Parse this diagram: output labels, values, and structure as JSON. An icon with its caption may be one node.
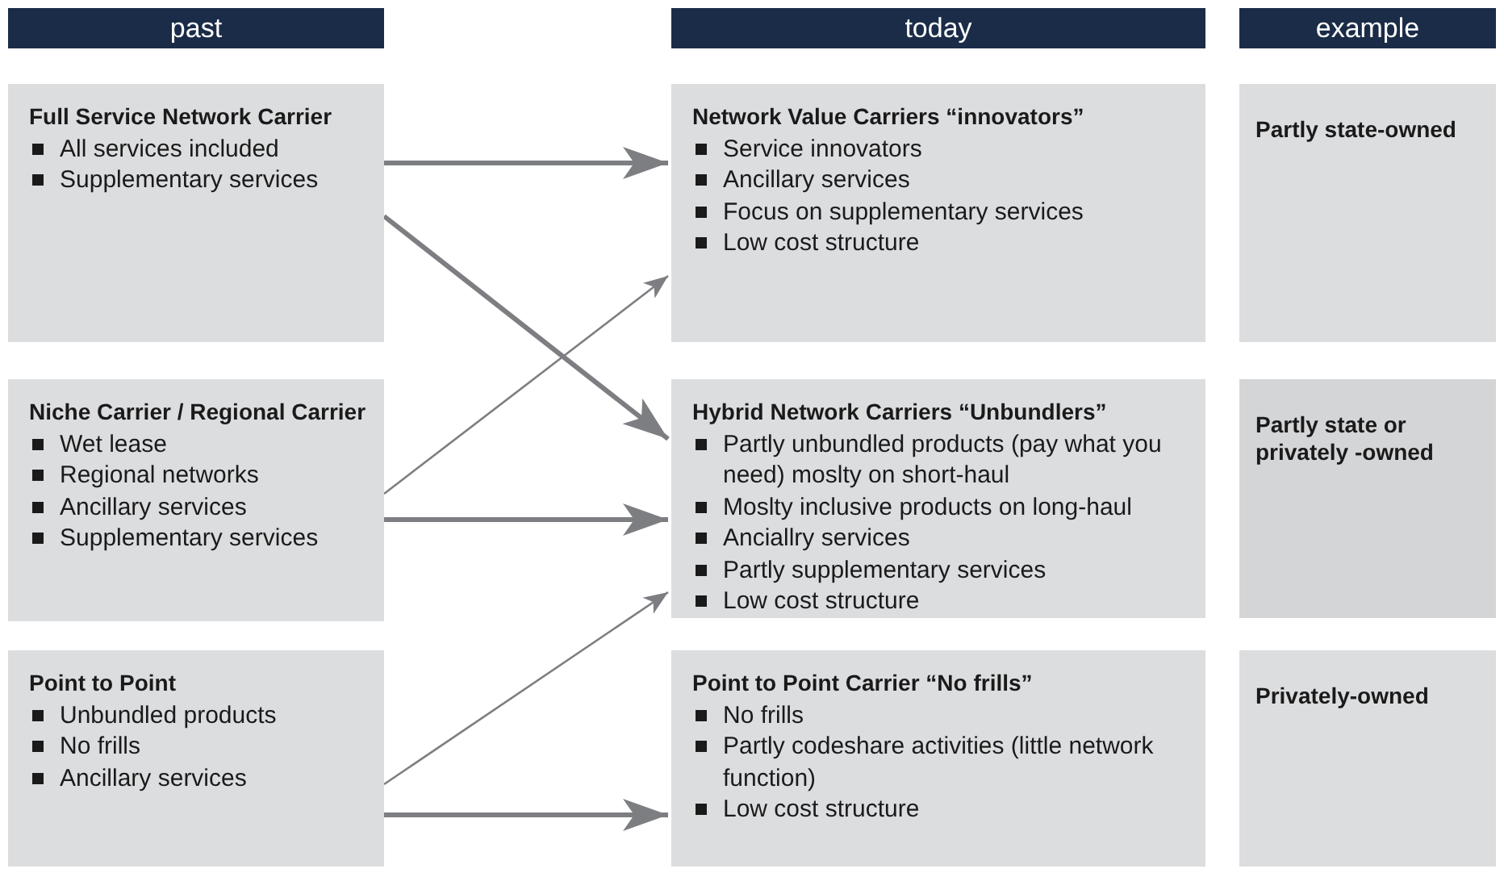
{
  "diagram": {
    "nodes": [
      {
        "text": [
          "past"
        ]
      },
      {
        "text": [
          "today"
        ]
      },
      {
        "text": [
          "example"
        ]
      },
      {
        "text": [
          "Full Service Network Carrier",
          "All services included",
          "Supplementary services"
        ]
      },
      {
        "text": [
          "Network Value Carriers “innovators”",
          "Service innovators",
          "Ancillary services",
          "Focus on supplementary services",
          "Low cost structure"
        ]
      },
      {
        "text": [
          "Partly state-owned"
        ]
      },
      {
        "text": [
          "Niche Carrier / Regional Carrier",
          "Wet lease",
          "Regional networks",
          "Ancillary services",
          "Supplementary services"
        ]
      },
      {
        "text": [
          "Hybrid Network Carriers “Unbundlers”",
          "Partly unbundled products (pay what you need) moslty on short-haul",
          "Moslty inclusive products on long-haul",
          "Anciallry services",
          "Partly supplementary services",
          "Low cost structure"
        ]
      },
      {
        "text": [
          "Partly state or privately -owned"
        ]
      },
      {
        "text": [
          "Point to Point",
          "Unbundled products",
          "No frills",
          "Ancillary services"
        ]
      },
      {
        "text": [
          "Point to Point Carrier “No frills”",
          "No frills",
          "Partly codeshare activities (little network function)",
          "Low cost structure"
        ]
      },
      {
        "text": [
          "Privately-owned"
        ]
      }
    ],
    "edges": [
      {
        "from": 3,
        "to": 4,
        "arrow": "to"
      },
      {
        "from": 3,
        "to": 7,
        "arrow": "to"
      },
      {
        "from": 6,
        "to": 4,
        "arrow": "to"
      },
      {
        "from": 6,
        "to": 7,
        "arrow": "to"
      },
      {
        "from": 9,
        "to": 7,
        "arrow": "to"
      },
      {
        "from": 9,
        "to": 10,
        "arrow": "to"
      }
    ]
  }
}
